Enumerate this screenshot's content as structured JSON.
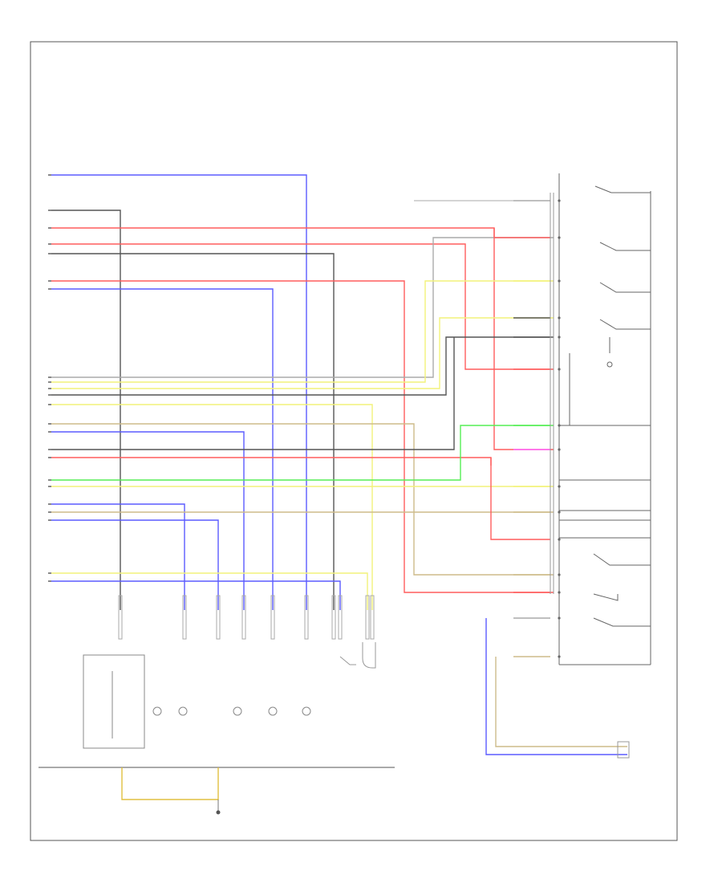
{
  "diagram": {
    "colors": {
      "blue": "#5b5bff",
      "red": "#ff5d5d",
      "black": "#555555",
      "yellow": "#f2f27a",
      "tan": "#cdbb8a",
      "pink": "#ff66ff",
      "green": "#55ee55",
      "gray": "#aaaaaa"
    },
    "left_connector": [
      {
        "color": "blue"
      },
      {
        "color": "black"
      },
      {
        "color": "red"
      },
      {
        "color": "red"
      },
      {
        "color": "black"
      },
      {
        "color": "red"
      },
      {
        "color": "blue"
      },
      {
        "color": "gray"
      },
      {
        "color": "yellow"
      },
      {
        "color": "yellow"
      },
      {
        "color": "black"
      },
      {
        "color": "yellow"
      },
      {
        "color": "tan"
      },
      {
        "color": "blue"
      },
      {
        "color": "black"
      },
      {
        "color": "red"
      },
      {
        "color": "green"
      },
      {
        "color": "yellow"
      },
      {
        "color": "blue"
      },
      {
        "color": "tan"
      },
      {
        "color": "blue"
      },
      {
        "color": "yellow"
      },
      {
        "color": "blue"
      }
    ],
    "right_connector": [
      {
        "color": "gray"
      },
      {
        "color": "red"
      },
      {
        "color": "yellow"
      },
      {
        "color": "black"
      },
      {
        "color": "black"
      },
      {
        "color": "red"
      },
      {
        "color": "green"
      },
      {
        "color": "pink"
      },
      {
        "color": "yellow"
      },
      {
        "color": "tan"
      },
      {
        "color": "red"
      },
      {
        "color": "tan"
      },
      {
        "color": "red"
      },
      {
        "color": "gray"
      },
      {
        "color": "tan"
      }
    ],
    "components": [
      {
        "name": "light-switch-unit"
      },
      {
        "name": "vertical-fuse-block"
      },
      {
        "name": "ground-junction"
      },
      {
        "name": "right-headlight"
      },
      {
        "name": "bottom-right-connector"
      }
    ]
  }
}
